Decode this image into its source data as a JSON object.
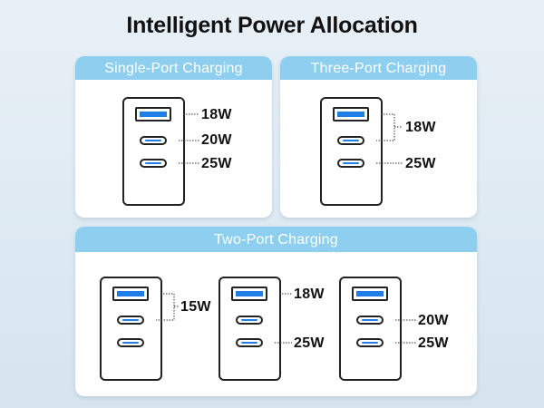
{
  "title": "Intelligent Power Allocation",
  "panels": {
    "single": {
      "header": "Single-Port Charging",
      "labels": {
        "usb_a": "18W",
        "usb_c1": "20W",
        "usb_c2": "25W"
      }
    },
    "three": {
      "header": "Three-Port Charging",
      "labels": {
        "usb_a_c1": "18W",
        "usb_c2": "25W"
      }
    },
    "two": {
      "header": "Two-Port Charging",
      "chargers": [
        {
          "labels": {
            "usb_a_c1": "15W"
          }
        },
        {
          "labels": {
            "usb_a": "18W",
            "usb_c2": "25W"
          }
        },
        {
          "labels": {
            "usb_c1": "20W",
            "usb_c2": "25W"
          }
        }
      ]
    }
  },
  "colors": {
    "header_bg": "#8ecff0",
    "port_blue": "#1f7fe6",
    "background": "#e0eaf3"
  }
}
